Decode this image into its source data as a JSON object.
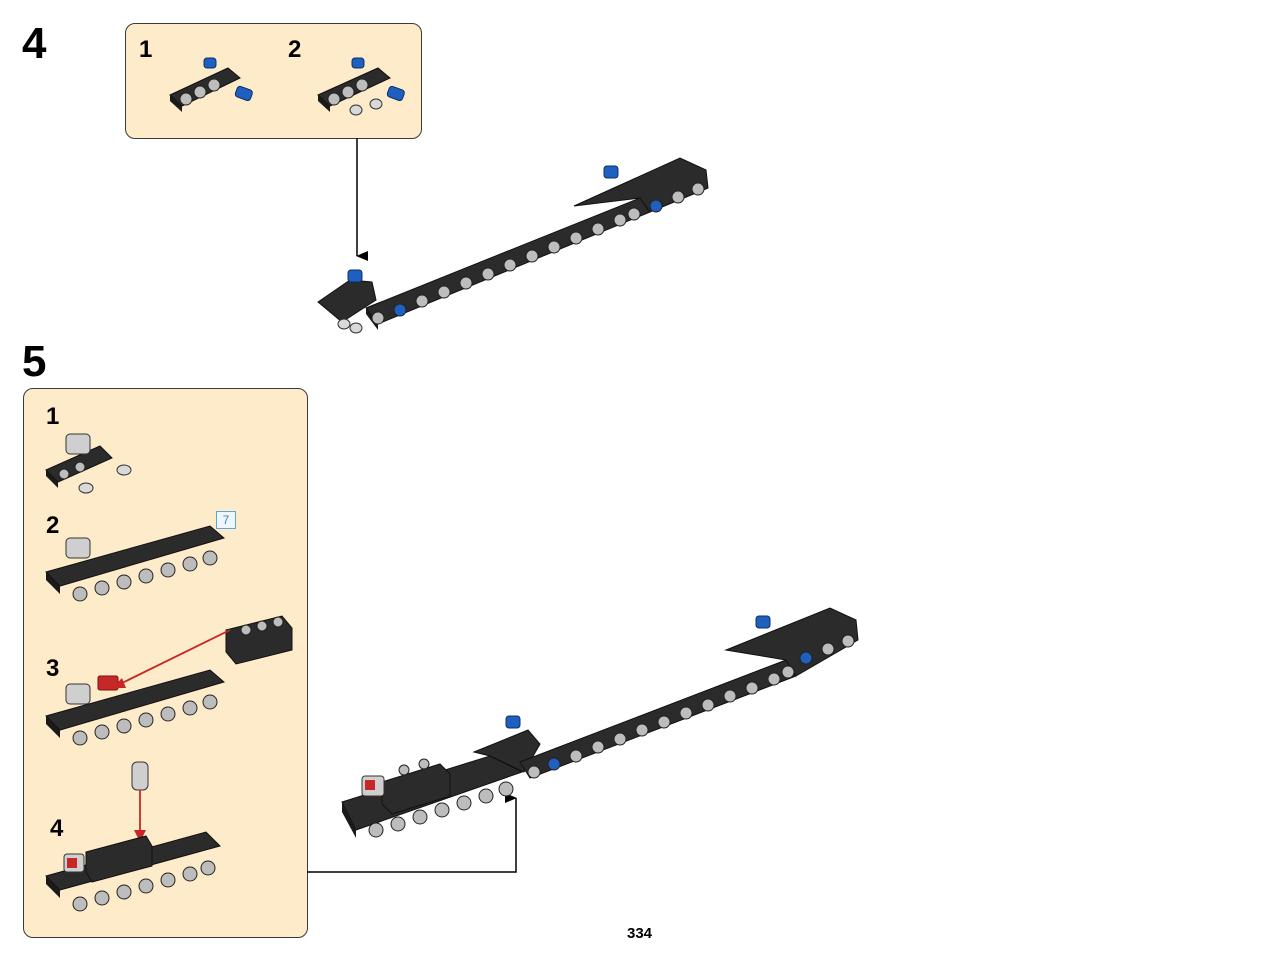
{
  "page": {
    "number": "334"
  },
  "colors": {
    "callout_bg": "#fdebc9",
    "beam": "#2b2b2b",
    "pin_blue": "#1f5fbf",
    "axle_red": "#c62828",
    "arrow_red": "#c62828"
  },
  "steps": [
    {
      "number": "4",
      "callout": {
        "substeps": [
          {
            "number": "1"
          },
          {
            "number": "2"
          }
        ]
      }
    },
    {
      "number": "5",
      "callout": {
        "substeps": [
          {
            "number": "1"
          },
          {
            "number": "2",
            "qty_badge": "7"
          },
          {
            "number": "3"
          },
          {
            "number": "4"
          }
        ]
      }
    }
  ]
}
